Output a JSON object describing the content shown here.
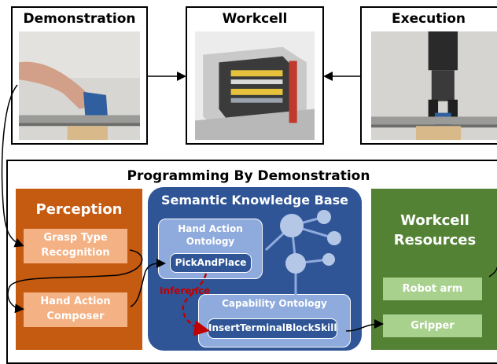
{
  "panels": {
    "demonstration": "Demonstration",
    "workcell": "Workcell",
    "execution": "Execution"
  },
  "pbd_title": "Programming By Demonstration",
  "perception": {
    "title": "Perception",
    "grasp_line1": "Grasp Type",
    "grasp_line2": "Recognition",
    "composer_line1": "Hand Action",
    "composer_line2": "Composer"
  },
  "skb": {
    "title": "Semantic Knowledge Base",
    "hand_onto_line1": "Hand Action",
    "hand_onto_line2": "Ontology",
    "pick_and_place": "PickAndPlace",
    "inference": "Inference",
    "capability_onto": "Capability Ontology",
    "insert_skill": "InsertTerminalBlockSkill"
  },
  "resources": {
    "title_line1": "Workcell",
    "title_line2": "Resources",
    "robot_arm": "Robot arm",
    "gripper": "Gripper"
  },
  "colors": {
    "perception": "#c55a11",
    "perception_item": "#f4b183",
    "knowledge_base": "#2f5597",
    "ontology": "#8faadc",
    "resources": "#548235",
    "resource_item": "#a9d18e",
    "inference": "#c00000"
  }
}
